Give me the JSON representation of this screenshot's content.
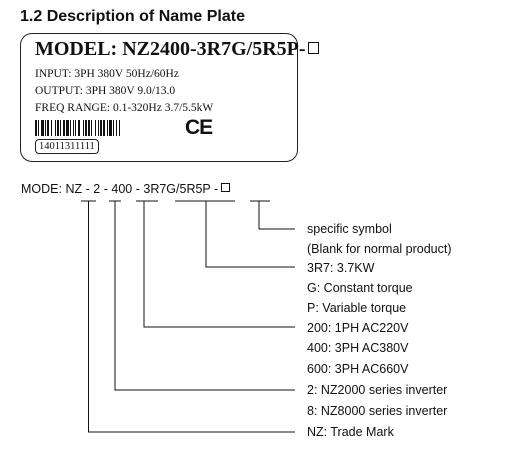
{
  "section": {
    "title": "1.2 Description of Name Plate"
  },
  "plate": {
    "model": "MODEL: NZ2400-3R7G/5R5P-",
    "input": "INPUT: 3PH 380V 50Hz/60Hz",
    "output": "OUTPUT: 3PH 380V 9.0/13.0",
    "freq_range": "FREQ RANGE: 0.1-320Hz 3.7/5.5kW",
    "ce_mark": "CE",
    "serial": "14011311111"
  },
  "mode": {
    "label": "MODE:",
    "parts": [
      "NZ",
      "-",
      "2",
      "-",
      "400",
      "-",
      "3R7G/5R5P",
      "-"
    ]
  },
  "descriptions": [
    "specific symbol",
    "(Blank for normal product)",
    "3R7: 3.7KW",
    "G: Constant torque",
    "P: Variable torque",
    "200: 1PH AC220V",
    "400: 3PH AC380V",
    "600: 3PH AC660V",
    "2: NZ2000 series inverter",
    "8: NZ8000 series inverter",
    "NZ: Trade Mark"
  ]
}
